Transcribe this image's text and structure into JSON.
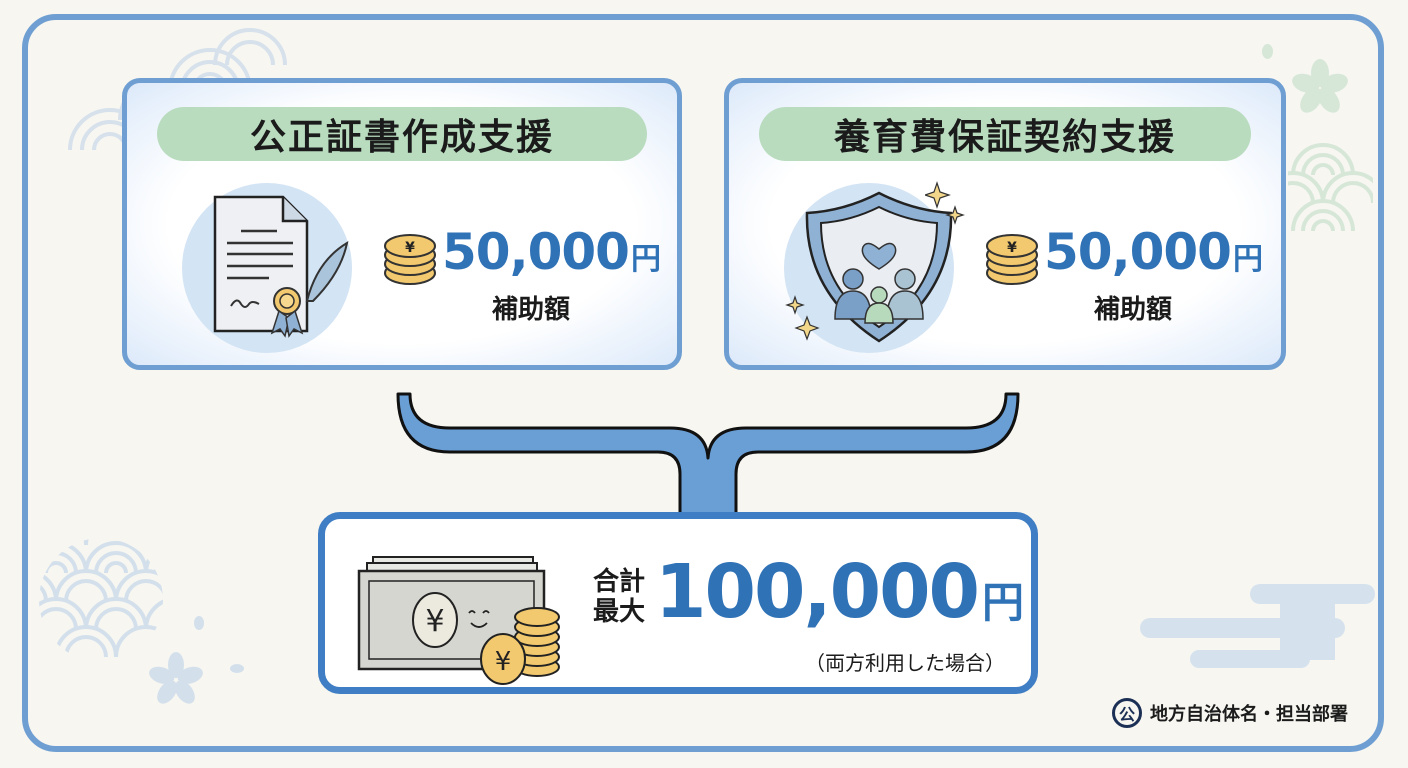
{
  "cards": [
    {
      "title": "公正証書作成支援",
      "icon": "certificate-document-icon",
      "amount": "50,000",
      "currency": "円",
      "amount_label": "補助額"
    },
    {
      "title": "養育費保証契約支援",
      "icon": "family-shield-icon",
      "amount": "50,000",
      "currency": "円",
      "amount_label": "補助額"
    }
  ],
  "total": {
    "label_line1": "合計",
    "label_line2": "最大",
    "amount": "100,000",
    "currency": "円",
    "note": "（両方利用した場合）",
    "icon": "money-bills-coins-icon"
  },
  "footer": {
    "logo_glyph": "公",
    "text": "地方自治体名・担当部署"
  },
  "colors": {
    "primary_blue": "#2f72b6",
    "frame_blue": "#6f9fd2",
    "title_green": "#b9dcbf",
    "coin_gold": "#f2c96f",
    "background": "#f7f6f1"
  }
}
